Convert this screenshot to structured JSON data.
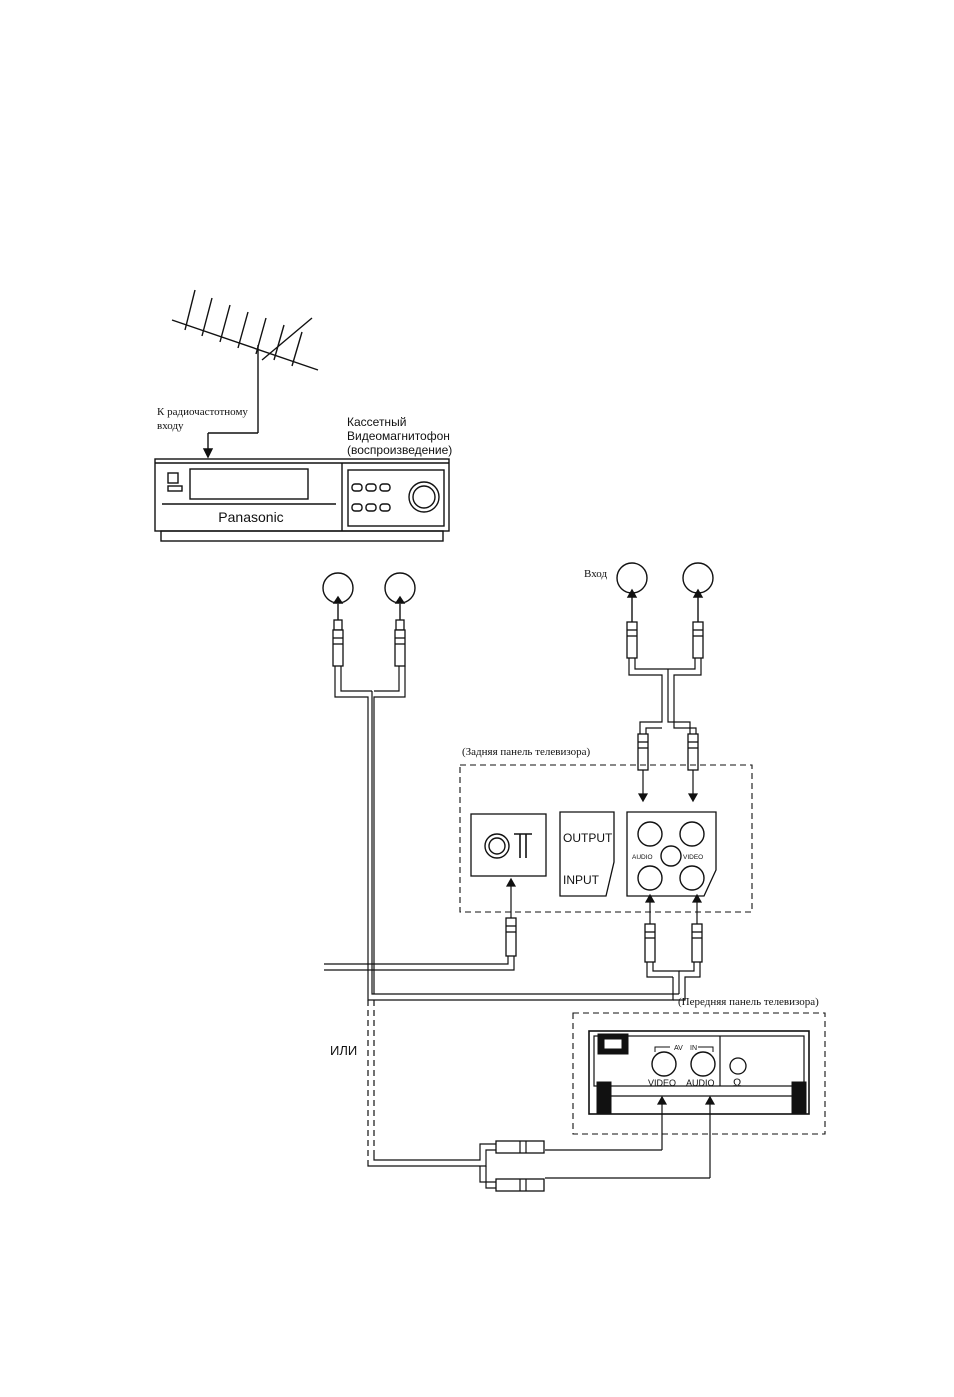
{
  "labels": {
    "rf_input": [
      "К радиочастотному",
      "входу"
    ],
    "vcr": [
      "Кассетный",
      "Видеомагнитофон",
      "(воспроизведение)"
    ],
    "brand": "Panasonic",
    "input": "Вход",
    "tv_rear": "(Задняя панель телевизора)",
    "tv_front": "(Передняя панель телевизора)",
    "output": "OUTPUT",
    "input_jack": "INPUT",
    "audio_rear": "AUDIO",
    "video_rear": "VIDEO",
    "or": "ИЛИ",
    "av": "AV",
    "in": "IN",
    "video_front": "VIDEO",
    "audio_front": "AUDIO",
    "headphone_symbol": "Ω"
  },
  "icons": [
    "antenna-icon",
    "vcr-icon",
    "rca-plug-icon",
    "tv-rear-panel-icon",
    "tv-front-panel-icon",
    "headphone-icon"
  ]
}
